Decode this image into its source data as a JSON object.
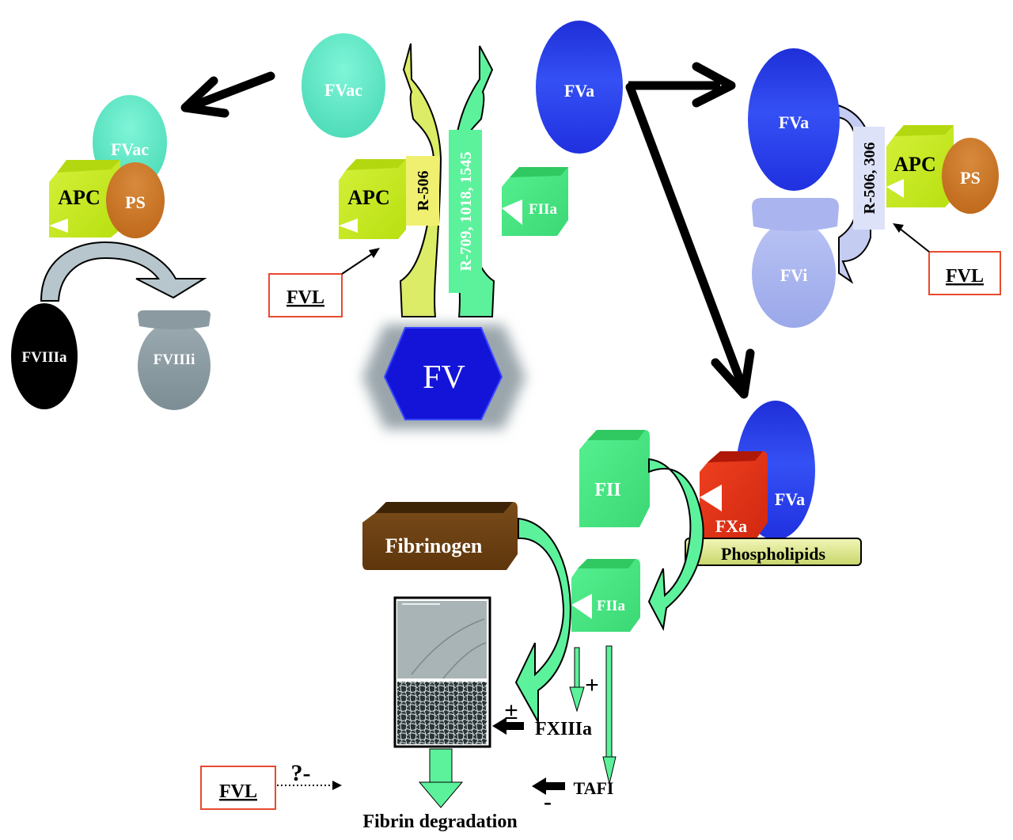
{
  "colors": {
    "fvac": "#5fe8c6",
    "fva": "#2a3ff0",
    "fvi": "#a9b4ee",
    "apc": "#c8ec22",
    "ps": "#cf7a2a",
    "fiia": "#46e882",
    "fxa": "#e6301a",
    "fibrinogen": "#6e4212",
    "fviiia": "#000000",
    "fviiii": "#8d9ca2",
    "fv_hex": "#1414d8",
    "fvl_border": "#e84a2e",
    "arrow_green": "#5cf29c",
    "arrow_yellow": "#dcec66",
    "phospholipids": "#e4ec9a"
  },
  "left_complex": {
    "fvac_label": "FVac",
    "apc_label": "APC",
    "ps_label": "PS",
    "fviiia_label": "FVIIIa",
    "fviiii_label": "FVIIIi"
  },
  "center": {
    "fvac_label": "FVac",
    "apc_label": "APC",
    "r506_label": "R-506",
    "r709_label": "R-709, 1018, 1545",
    "fiia_label": "FIIa",
    "fva_label": "FVa",
    "fv_label": "FV",
    "fvl_label": "FVL"
  },
  "right_complex": {
    "fva_label": "FVa",
    "fvi_label": "FVi",
    "cleavage_label": "R-506, 306",
    "apc_label": "APC",
    "ps_label": "PS",
    "fvl_label": "FVL"
  },
  "prothrombinase": {
    "fii_label": "FII",
    "fxa_label": "FXa",
    "fva_label": "FVa",
    "phospholipids_label": "Phospholipids",
    "fiia_label": "FIIa"
  },
  "fibrin": {
    "fibrinogen_label": "Fibrinogen",
    "fxiiia_label": "FXIIIa",
    "tafi_label": "TAFI",
    "plus_label": "+",
    "plusminus_label": "±",
    "minus_label": "-",
    "question_label": "?-",
    "fvl_label": "FVL",
    "degradation_label": "Fibrin degradation"
  }
}
